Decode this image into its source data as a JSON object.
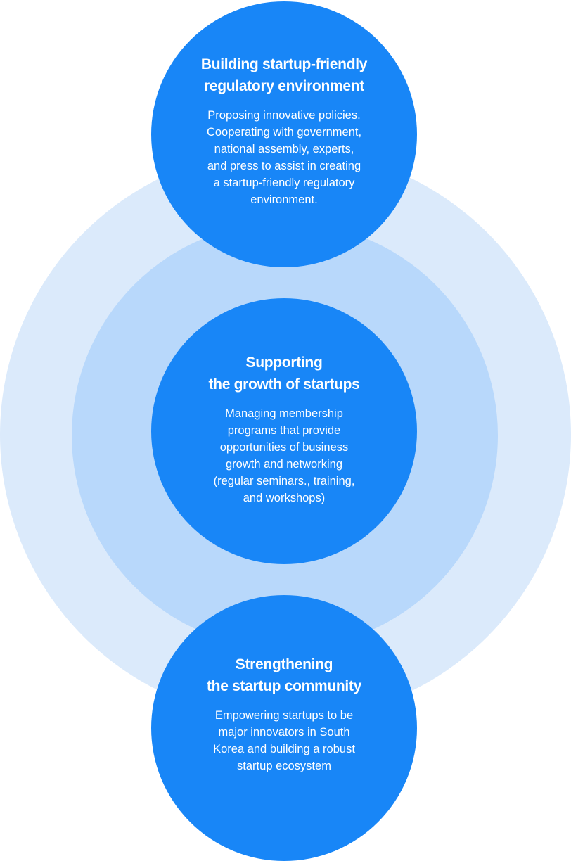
{
  "colors": {
    "outer_ring": "#dbeafb",
    "inner_ring": "#b8d8fb",
    "node_fill": "#1886f7",
    "node_text": "#ffffff"
  },
  "nodes": [
    {
      "title": [
        "Building startup-friendly",
        "regulatory environment"
      ],
      "description": [
        "Proposing innovative policies.",
        "Cooperating with government,",
        "national assembly, experts,",
        "and press to assist in creating",
        "a startup-friendly regulatory",
        "environment."
      ]
    },
    {
      "title": [
        "Supporting",
        "the growth of startups"
      ],
      "description": [
        "Managing membership",
        "programs that provide",
        "opportunities of business",
        "growth and networking",
        "(regular seminars., training,",
        "and workshops)"
      ]
    },
    {
      "title": [
        "Strengthening",
        "the startup community"
      ],
      "description": [
        "Empowering startups to be",
        "major innovators in South",
        "Korea and building a robust",
        "startup ecosystem"
      ]
    }
  ]
}
